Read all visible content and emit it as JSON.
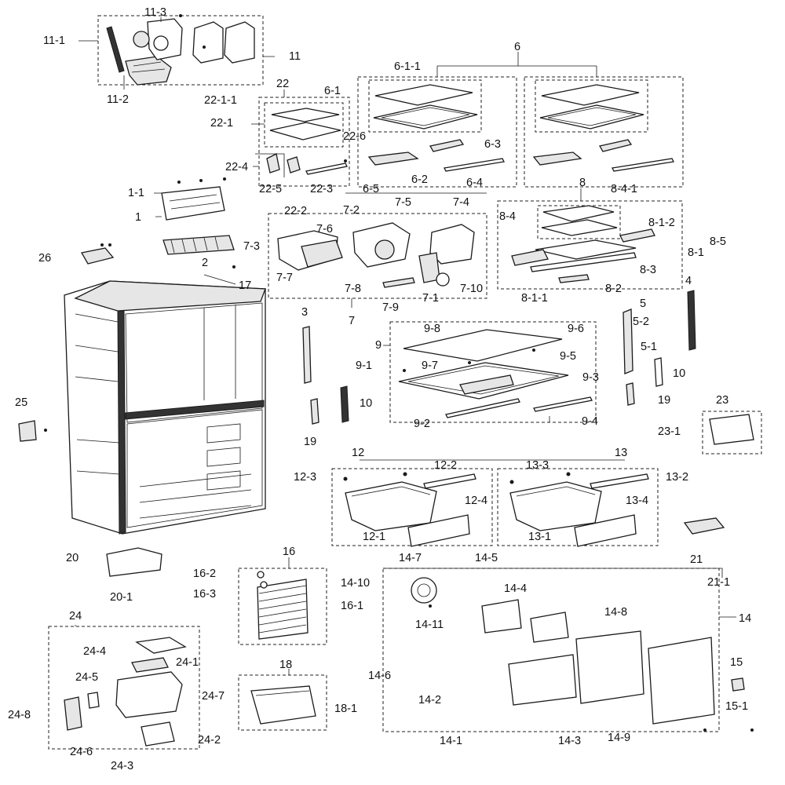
{
  "callouts": [
    {
      "id": "11-1",
      "text": "11-1"
    },
    {
      "id": "11-3",
      "text": "11-3"
    },
    {
      "id": "11",
      "text": "11"
    },
    {
      "id": "11-2",
      "text": "11-2"
    },
    {
      "id": "6",
      "text": "6"
    },
    {
      "id": "6-1-1",
      "text": "6-1-1"
    },
    {
      "id": "22",
      "text": "22"
    },
    {
      "id": "6-1",
      "text": "6-1"
    },
    {
      "id": "22-1-1",
      "text": "22-1-1"
    },
    {
      "id": "22-1",
      "text": "22-1"
    },
    {
      "id": "22-6",
      "text": "22-6"
    },
    {
      "id": "6-3",
      "text": "6-3"
    },
    {
      "id": "22-4",
      "text": "22-4"
    },
    {
      "id": "6-2",
      "text": "6-2"
    },
    {
      "id": "22-5",
      "text": "22-5"
    },
    {
      "id": "22-3",
      "text": "22-3"
    },
    {
      "id": "6-5",
      "text": "6-5"
    },
    {
      "id": "6-4",
      "text": "6-4"
    },
    {
      "id": "8",
      "text": "8"
    },
    {
      "id": "8-4-1",
      "text": "8-4-1"
    },
    {
      "id": "22-2",
      "text": "22-2"
    },
    {
      "id": "1-1",
      "text": "1-1"
    },
    {
      "id": "7-2",
      "text": "7-2"
    },
    {
      "id": "7-5",
      "text": "7-5"
    },
    {
      "id": "7-4",
      "text": "7-4"
    },
    {
      "id": "8-4",
      "text": "8-4"
    },
    {
      "id": "8-1-2",
      "text": "8-1-2"
    },
    {
      "id": "1",
      "text": "1"
    },
    {
      "id": "7-6",
      "text": "7-6"
    },
    {
      "id": "8-5",
      "text": "8-5"
    },
    {
      "id": "7-3",
      "text": "7-3"
    },
    {
      "id": "8-1",
      "text": "8-1"
    },
    {
      "id": "26",
      "text": "26"
    },
    {
      "id": "2",
      "text": "2"
    },
    {
      "id": "8-3",
      "text": "8-3"
    },
    {
      "id": "7-7",
      "text": "7-7"
    },
    {
      "id": "7-10",
      "text": "7-10"
    },
    {
      "id": "17",
      "text": "17"
    },
    {
      "id": "7-8",
      "text": "7-8"
    },
    {
      "id": "7-1",
      "text": "7-1"
    },
    {
      "id": "8-1-1",
      "text": "8-1-1"
    },
    {
      "id": "8-2",
      "text": "8-2"
    },
    {
      "id": "4",
      "text": "4"
    },
    {
      "id": "7-9",
      "text": "7-9"
    },
    {
      "id": "5",
      "text": "5"
    },
    {
      "id": "3",
      "text": "3"
    },
    {
      "id": "7",
      "text": "7"
    },
    {
      "id": "5-2",
      "text": "5-2"
    },
    {
      "id": "9-8",
      "text": "9-8"
    },
    {
      "id": "9-6",
      "text": "9-6"
    },
    {
      "id": "9",
      "text": "9"
    },
    {
      "id": "5-1",
      "text": "5-1"
    },
    {
      "id": "9-1",
      "text": "9-1"
    },
    {
      "id": "9-7",
      "text": "9-7"
    },
    {
      "id": "9-5",
      "text": "9-5"
    },
    {
      "id": "10b",
      "text": "10"
    },
    {
      "id": "9-3",
      "text": "9-3"
    },
    {
      "id": "25",
      "text": "25"
    },
    {
      "id": "19b",
      "text": "19"
    },
    {
      "id": "10a",
      "text": "10"
    },
    {
      "id": "23",
      "text": "23"
    },
    {
      "id": "9-2",
      "text": "9-2"
    },
    {
      "id": "9-4",
      "text": "9-4"
    },
    {
      "id": "23-1",
      "text": "23-1"
    },
    {
      "id": "19a",
      "text": "19"
    },
    {
      "id": "12",
      "text": "12"
    },
    {
      "id": "13",
      "text": "13"
    },
    {
      "id": "12-2",
      "text": "12-2"
    },
    {
      "id": "12-3",
      "text": "12-3"
    },
    {
      "id": "13-3",
      "text": "13-3"
    },
    {
      "id": "13-2",
      "text": "13-2"
    },
    {
      "id": "12-4",
      "text": "12-4"
    },
    {
      "id": "13-4",
      "text": "13-4"
    },
    {
      "id": "12-1",
      "text": "12-1"
    },
    {
      "id": "13-1",
      "text": "13-1"
    },
    {
      "id": "21",
      "text": "21"
    },
    {
      "id": "16",
      "text": "16"
    },
    {
      "id": "20",
      "text": "20"
    },
    {
      "id": "14-7",
      "text": "14-7"
    },
    {
      "id": "14-5",
      "text": "14-5"
    },
    {
      "id": "21-1",
      "text": "21-1"
    },
    {
      "id": "16-2",
      "text": "16-2"
    },
    {
      "id": "14-10",
      "text": "14-10"
    },
    {
      "id": "20-1",
      "text": "20-1"
    },
    {
      "id": "16-3",
      "text": "16-3"
    },
    {
      "id": "16-1",
      "text": "16-1"
    },
    {
      "id": "14-4",
      "text": "14-4"
    },
    {
      "id": "24",
      "text": "24"
    },
    {
      "id": "14",
      "text": "14"
    },
    {
      "id": "14-11",
      "text": "14-11"
    },
    {
      "id": "14-8",
      "text": "14-8"
    },
    {
      "id": "24-4",
      "text": "24-4"
    },
    {
      "id": "24-1",
      "text": "24-1"
    },
    {
      "id": "15",
      "text": "15"
    },
    {
      "id": "18",
      "text": "18"
    },
    {
      "id": "14-6",
      "text": "14-6"
    },
    {
      "id": "24-5",
      "text": "24-5"
    },
    {
      "id": "24-7",
      "text": "24-7"
    },
    {
      "id": "15-1",
      "text": "15-1"
    },
    {
      "id": "14-2",
      "text": "14-2"
    },
    {
      "id": "18-1",
      "text": "18-1"
    },
    {
      "id": "24-8",
      "text": "24-8"
    },
    {
      "id": "24-2",
      "text": "24-2"
    },
    {
      "id": "14-1",
      "text": "14-1"
    },
    {
      "id": "14-3",
      "text": "14-3"
    },
    {
      "id": "14-9",
      "text": "14-9"
    },
    {
      "id": "24-6",
      "text": "24-6"
    },
    {
      "id": "24-3",
      "text": "24-3"
    }
  ]
}
